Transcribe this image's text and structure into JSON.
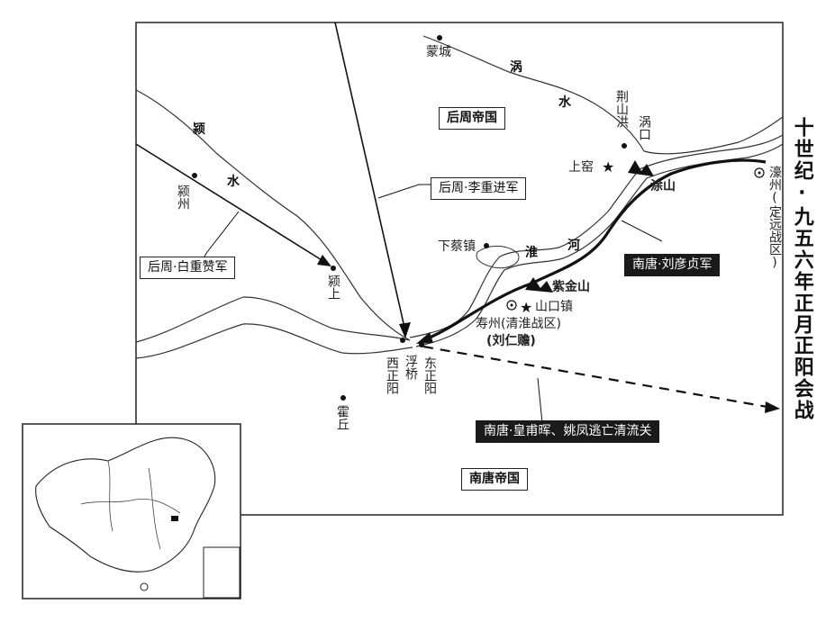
{
  "title": {
    "line1": "十世纪·九五六年正月",
    "line2": "正阳会战"
  },
  "states": {
    "later_zhou": "后周帝国",
    "southern_tang": "南唐帝国"
  },
  "rivers": {
    "guo_1": "涡",
    "guo_2": "水",
    "ying_1": "颍",
    "ying_2": "水",
    "huai_1": "淮",
    "huai_2": "河"
  },
  "places": {
    "mengcheng": "蒙城",
    "jingshanhong": "荆山洪",
    "guokou": "涡口",
    "shangyao": "上窑",
    "tushan": "涂山",
    "haozhou": "濠州(定远战区)",
    "yingzhou": "颍州",
    "yingshang": "颍上",
    "xiacai": "下蔡镇",
    "zijinshan": "紫金山",
    "shankou": "山口镇",
    "shouzhou": "寿州(清淮战区)",
    "liurenshan": "(刘仁赡)",
    "xizhengyang": "西正阳",
    "fuqiao": "浮桥",
    "dongzhengyang": "东正阳",
    "huoqiu": "霍丘"
  },
  "forces": {
    "li_chongjin": "后周·李重进军",
    "bai_chongzan": "后周·白重赞军",
    "liu_yanzhen": "南唐·刘彦贞军",
    "huangfu_hui": "南唐·皇甫晖、姚凤逃亡清流关"
  },
  "colors": {
    "ink": "#1a1a1a",
    "paper": "#ffffff"
  }
}
